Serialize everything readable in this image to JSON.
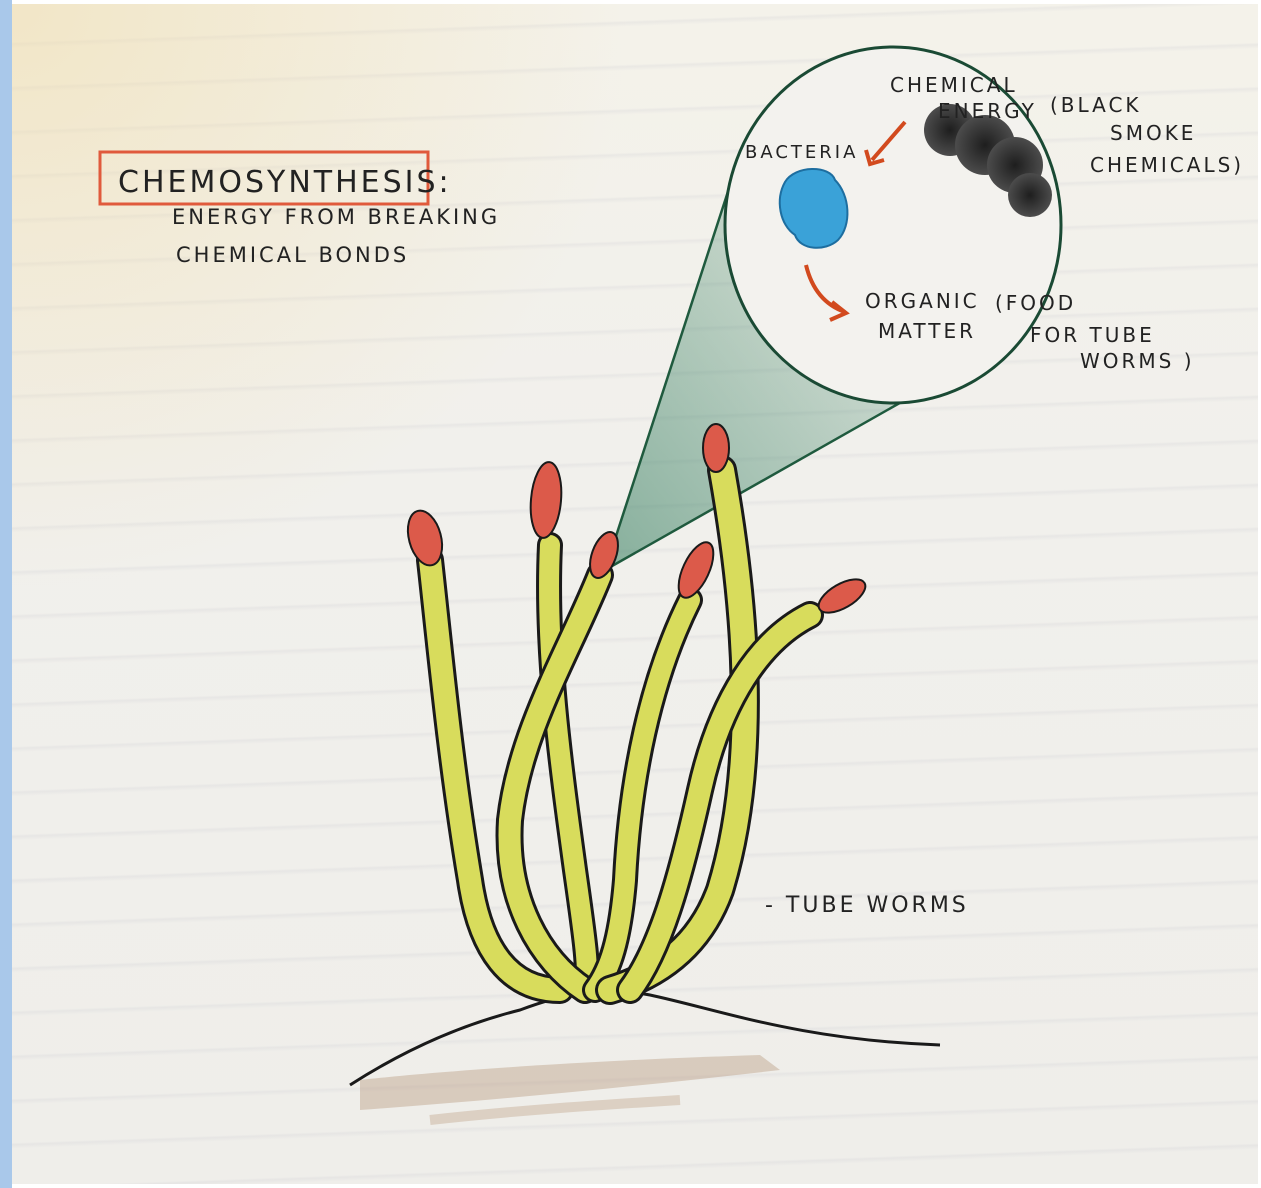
{
  "title": "CHEMOSYNTHESIS:",
  "definition": {
    "line1": "ENERGY FROM BREAKING",
    "line2": "CHEMICAL BONDS"
  },
  "inset": {
    "chemical_energy_line1": "CHEMICAL",
    "chemical_energy_line2": "ENERGY",
    "black_smoke_line1": "(BLACK",
    "black_smoke_line2": "SMOKE",
    "black_smoke_line3": "CHEMICALS)",
    "bacteria": "BACTERIA",
    "organic_line1": "ORGANIC",
    "organic_line2": "MATTER",
    "food_line1": "(FOOD",
    "food_line2": "FOR TUBE",
    "food_line3": "WORMS )"
  },
  "tube_worms_label": "- TUBE WORMS",
  "colors": {
    "title_box": "#e05a3c",
    "worm_body": "#d8dc5c",
    "worm_plume": "#dc5a4a",
    "bacteria": "#3aa2d8",
    "spotlight": "#2f7a5a",
    "arrow": "#d24a1e",
    "smoke": "#2a2a2a",
    "sediment": "#b08a6a"
  }
}
